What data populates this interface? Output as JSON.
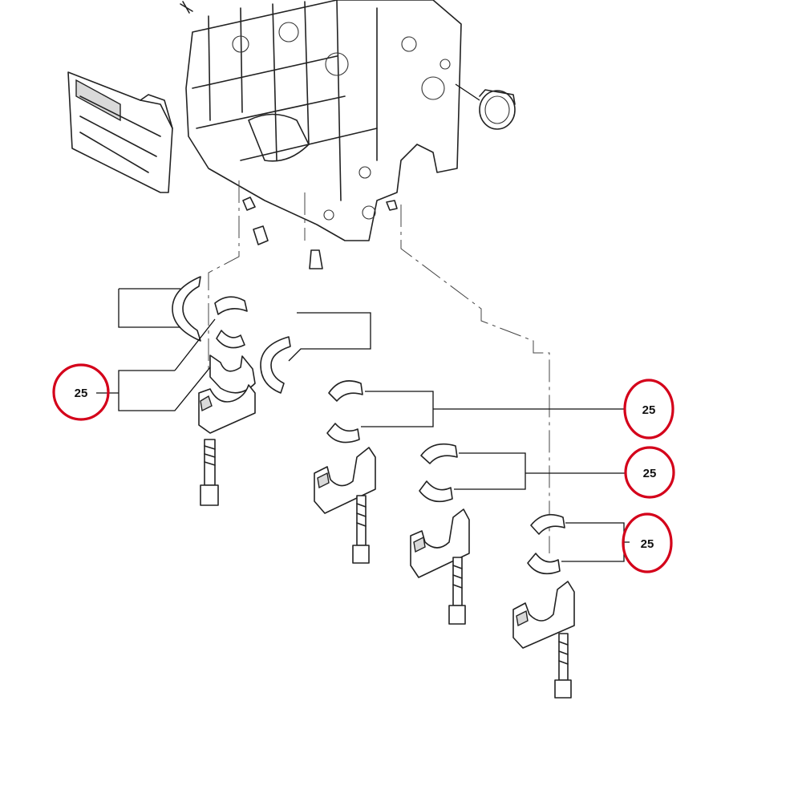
{
  "callouts": [
    {
      "label": "25",
      "color": "#d4001a"
    },
    {
      "label": "25",
      "color": "#d4001a"
    },
    {
      "label": "25",
      "color": "#d4001a"
    },
    {
      "label": "25",
      "color": "#d4001a"
    }
  ]
}
